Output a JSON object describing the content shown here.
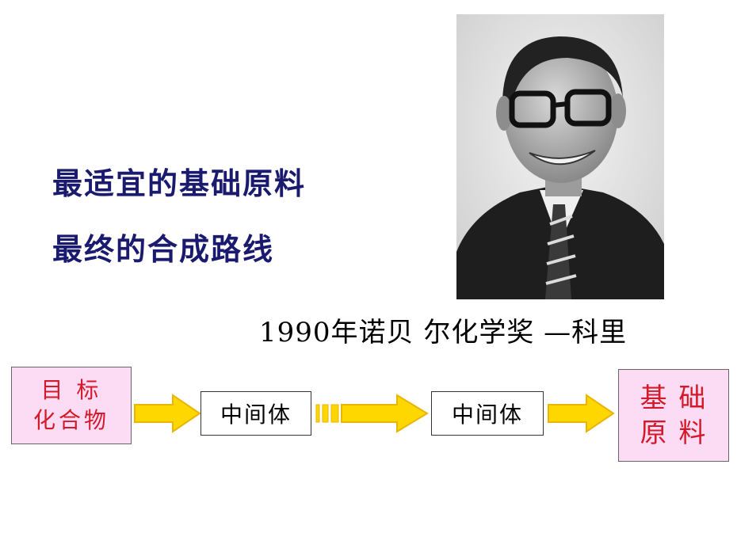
{
  "text_lines": [
    "最适宜的基础原料",
    "最终的合成路线"
  ],
  "caption": "1990年诺贝 尔化学奖 —科里",
  "flow": {
    "start_box": [
      "目 标",
      "化合物"
    ],
    "mid_box_1": "中间体",
    "mid_box_2": "中间体",
    "end_box": [
      "基 础",
      "原 料"
    ]
  },
  "colors": {
    "heading_text": "#1a1a6e",
    "box_fill": "#fcdcf4",
    "box_text": "#d41a2a",
    "arrow_fill": "#ffd700"
  }
}
